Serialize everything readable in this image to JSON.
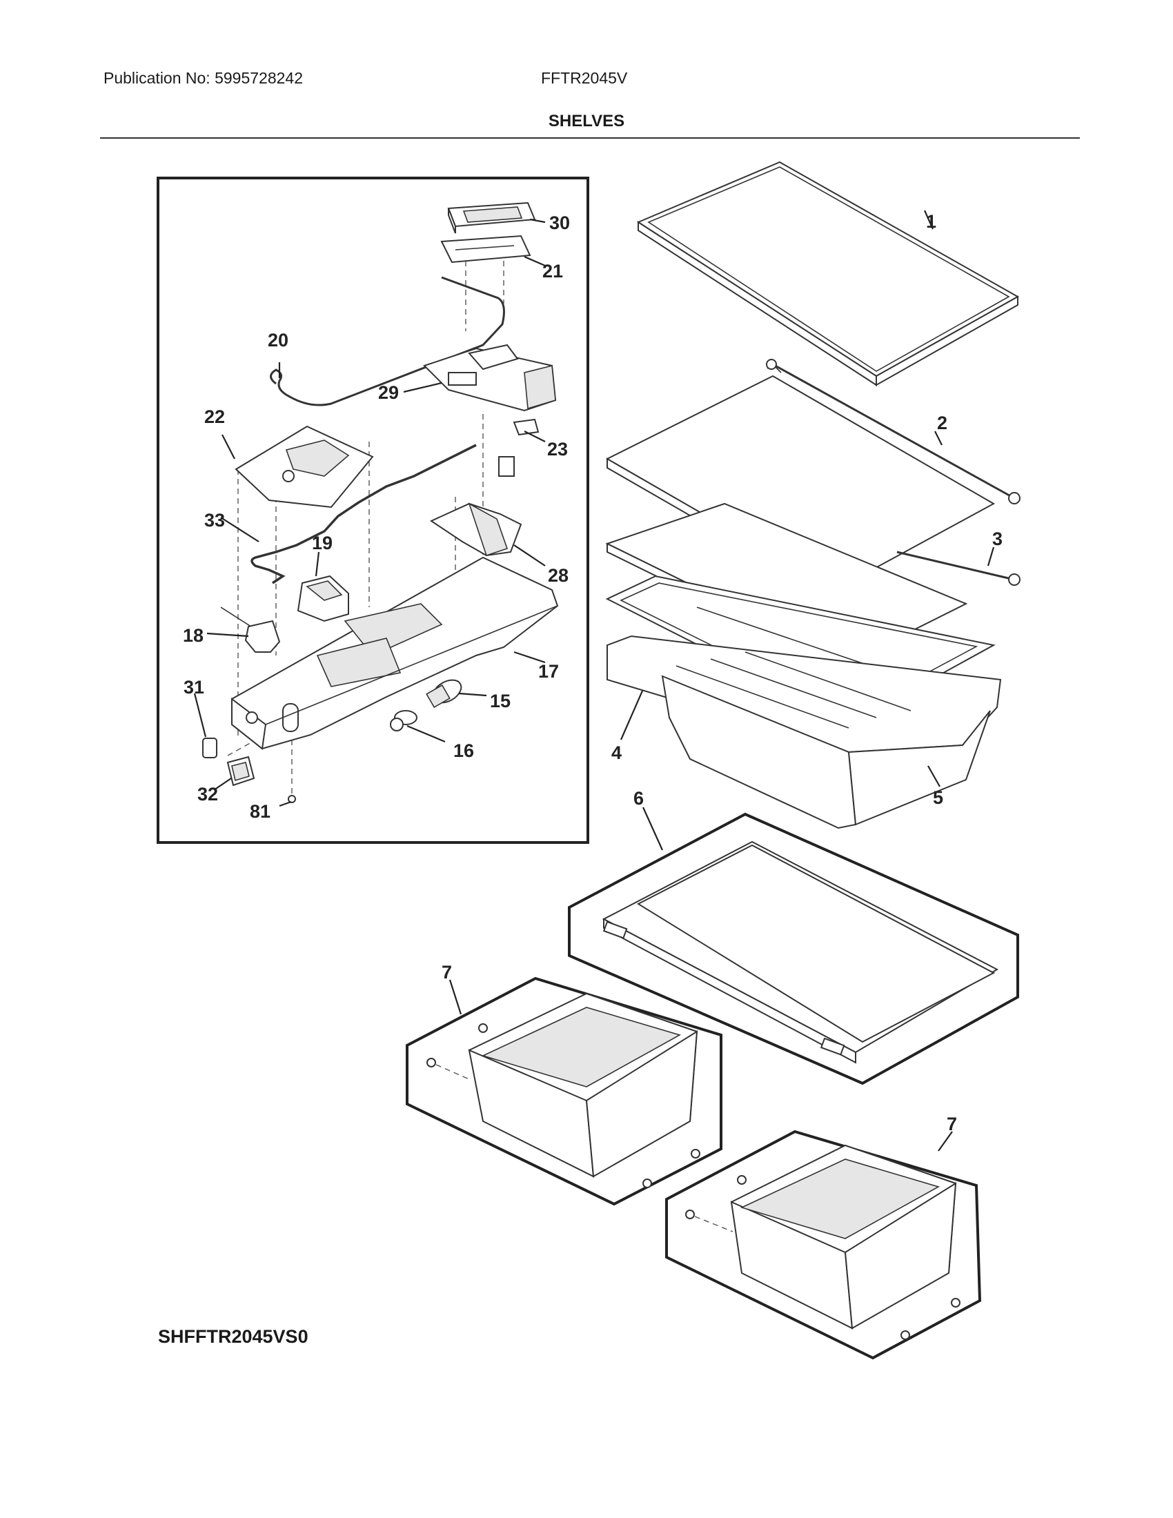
{
  "header": {
    "publication": "Publication No: 5995728242",
    "model": "FFTR2045V",
    "section_title": "SHELVES"
  },
  "footer": {
    "diagram_code": "SHFFTR2045VS0"
  },
  "callouts": {
    "n1": "1",
    "n2": "2",
    "n3": "3",
    "n4": "4",
    "n5": "5",
    "n6": "6",
    "n7a": "7",
    "n7b": "7",
    "n15": "15",
    "n16": "16",
    "n17": "17",
    "n18": "18",
    "n19": "19",
    "n20": "20",
    "n21": "21",
    "n22": "22",
    "n23": "23",
    "n28": "28",
    "n29": "29",
    "n30": "30",
    "n31": "31",
    "n32": "32",
    "n33": "33",
    "n81": "81"
  }
}
